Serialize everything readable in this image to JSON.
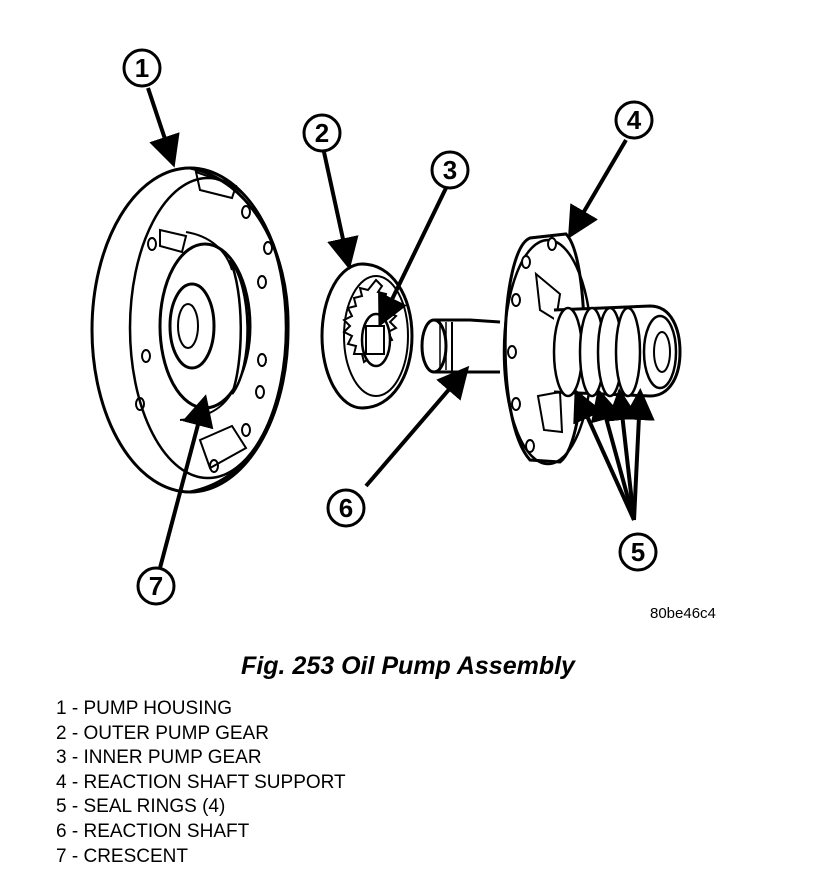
{
  "figure": {
    "image_code": "80be46c4",
    "caption": "Fig. 253 Oil Pump Assembly",
    "callouts": [
      "1",
      "2",
      "3",
      "4",
      "5",
      "6",
      "7"
    ]
  },
  "legend": [
    {
      "num": "1",
      "label": "PUMP HOUSING"
    },
    {
      "num": "2",
      "label": "OUTER PUMP GEAR"
    },
    {
      "num": "3",
      "label": "INNER PUMP GEAR"
    },
    {
      "num": "4",
      "label": "REACTION SHAFT SUPPORT"
    },
    {
      "num": "5",
      "label": "SEAL RINGS (4)"
    },
    {
      "num": "6",
      "label": "REACTION SHAFT"
    },
    {
      "num": "7",
      "label": "CRESCENT"
    }
  ]
}
